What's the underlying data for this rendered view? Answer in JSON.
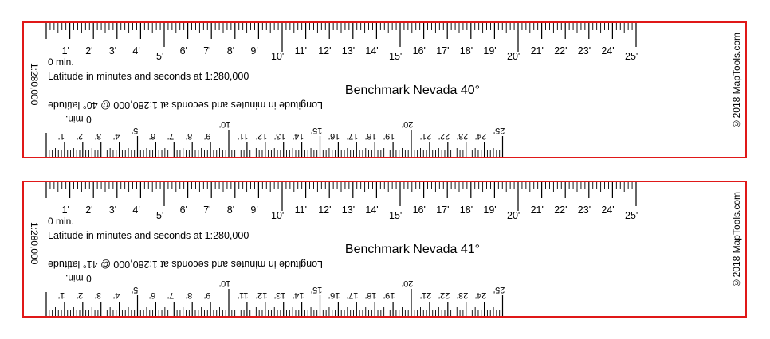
{
  "rulers": [
    {
      "title": "Benchmark Nevada 40°",
      "scale_label": "1:280,000",
      "copyright": "©2018 MapTools.com",
      "latitude_caption": "Latitude in minutes and seconds at 1:280,000",
      "longitude_caption": "Longitude in minutes and seconds at 1:280,000 @ 40° latitude",
      "lat_zero": "0 min.",
      "lon_zero": "0 min."
    },
    {
      "title": "Benchmark Nevada 41°",
      "scale_label": "1:280,000",
      "copyright": "©2018 MapTools.com",
      "latitude_caption": "Latitude in minutes and seconds at 1:280,000",
      "longitude_caption": "Longitude in minutes and seconds at 1:280,000 @ 41° latitude",
      "lat_zero": "0 min.",
      "lon_zero": "0 min."
    }
  ],
  "latitude_labels": [
    "1'",
    "2'",
    "3'",
    "4'",
    "5'",
    "6'",
    "7'",
    "8'",
    "9'",
    "10'",
    "11'",
    "12'",
    "13'",
    "14'",
    "15'",
    "16'",
    "17'",
    "18'",
    "19'",
    "20'",
    "21'",
    "22'",
    "23'",
    "24'",
    "25'"
  ],
  "longitude_labels": [
    "1'",
    "2'",
    "3'",
    "4'",
    "5'",
    "6'",
    "7'",
    "8'",
    "9'",
    "10'",
    "11'",
    "12'",
    "13'",
    "14'",
    "15'",
    "16'",
    "17'",
    "18'",
    "19'",
    "20'",
    "21'",
    "22'",
    "23'",
    "24'",
    "25'"
  ],
  "colors": {
    "border": "#e01818",
    "ink": "#000000"
  }
}
